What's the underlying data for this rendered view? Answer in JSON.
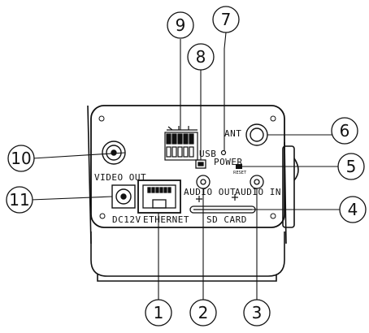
{
  "labels": {
    "video_out": "VIDEO OUT",
    "dc12v": "DC12V",
    "ethernet": "ETHERNET",
    "audio_out": "AUDIO OUT",
    "audio_in": "AUDIO IN",
    "sd_card": "SD CARD",
    "usb": "USB",
    "power": "POWER",
    "reset": "RESET",
    "ant": "ANT"
  },
  "callouts": [
    "1",
    "2",
    "3",
    "4",
    "5",
    "6",
    "7",
    "8",
    "9",
    "10",
    "11"
  ]
}
